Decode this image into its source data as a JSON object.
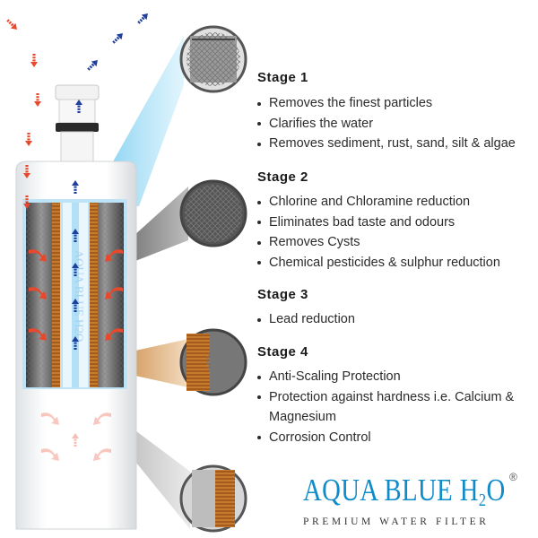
{
  "stages": [
    {
      "title": "Stage 1",
      "items": [
        "Removes the finest particles",
        "Clarifies the water",
        "Removes sediment, rust, sand, silt & algae"
      ]
    },
    {
      "title": "Stage 2",
      "items": [
        "Chlorine and Chloramine reduction",
        "Eliminates bad taste and odours",
        "Removes Cysts",
        "Chemical pesticides & sulphur reduction"
      ]
    },
    {
      "title": "Stage 3",
      "items": [
        "Lead reduction"
      ]
    },
    {
      "title": "Stage 4",
      "items": [
        "Anti-Scaling Protection",
        "Protection against hardness i.e. Calcium & Magnesium",
        "Corrosion Control"
      ]
    }
  ],
  "brand": {
    "name": "AQUA BLUE H",
    "sub2": "2",
    "name_end": "O",
    "registered": "®",
    "tagline": "PREMIUM WATER FILTER",
    "cartridge_label": "AQUA BLUE H2O"
  },
  "icons": [
    "red-inflow-arrow-icon",
    "blue-outflow-arrow-icon"
  ],
  "colors": {
    "brand_blue": "#0f8bc9",
    "inflow_red": "#e8482c",
    "outflow_blue": "#1f3f9e",
    "carbon_grey": "#5d5d5d",
    "copper": "#c87a2c"
  }
}
